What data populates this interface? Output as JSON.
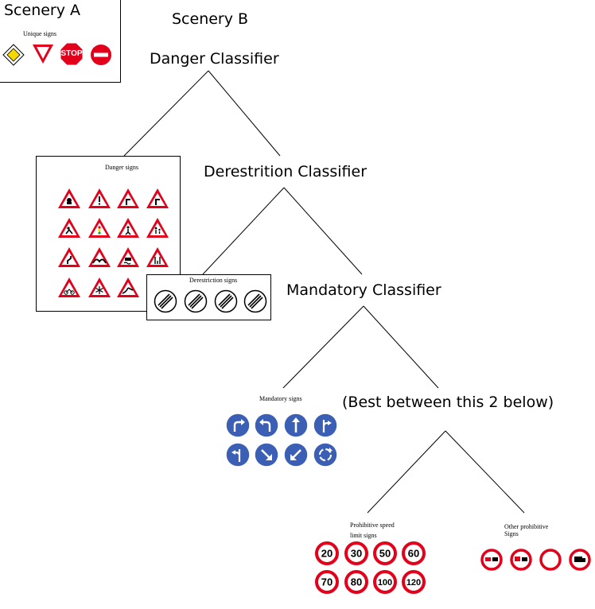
{
  "scenery_a": {
    "title": "Scenery A",
    "caption": "Unique signs",
    "stop_text": "STOP"
  },
  "scenery_b": {
    "title": "Scenery B"
  },
  "classifiers": {
    "danger": "Danger Classifier",
    "derestriction": "Derestrition Classifier",
    "mandatory": "Mandatory Classifier",
    "best_note": "(Best between this 2 below)"
  },
  "groups": {
    "danger_signs": "Danger signs",
    "derestriction_signs": "Derestriction signs",
    "mandatory_signs": "Mandatory signs",
    "speed_limit_line1": "Prohibitive speed",
    "speed_limit_line2": "limit signs",
    "other_prohibitive_line1": "Other prohibitive",
    "other_prohibitive_line2": "Signs"
  },
  "speed_limits": [
    "20",
    "30",
    "50",
    "60",
    "70",
    "80",
    "100",
    "120"
  ],
  "colors": {
    "sign_red": "#e3001b",
    "mandatory_blue": "#3a5fb4",
    "priority_yellow": "#f5d800"
  }
}
